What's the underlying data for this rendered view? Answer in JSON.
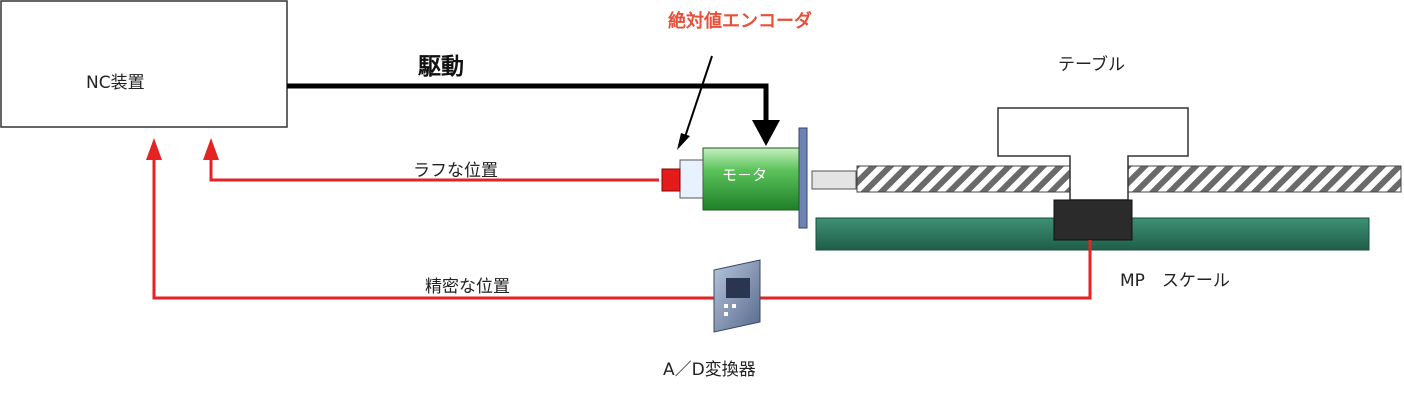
{
  "nc_device": {
    "label": "NC装置"
  },
  "drive": {
    "label": "駆動"
  },
  "encoder": {
    "label": "絶対値エンコーダ",
    "color": "#e8503a"
  },
  "motor": {
    "label": "モ－タ",
    "color": "#3aa63a"
  },
  "table": {
    "label": "テーブル"
  },
  "rough_position": {
    "label": "ラフな位置"
  },
  "precise_position": {
    "label": "精密な位置"
  },
  "scale": {
    "label": "MP　スケール",
    "color": "#2c7a62"
  },
  "ad_converter": {
    "label": "A／D変換器"
  },
  "colors": {
    "signal": "#e42323",
    "drive_line": "#000000"
  }
}
